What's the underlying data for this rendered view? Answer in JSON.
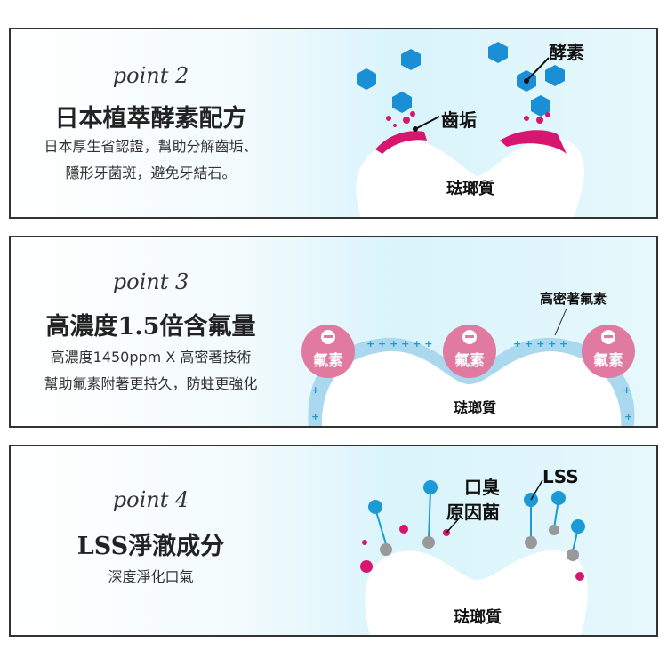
{
  "panels": [
    {
      "point": "point 2",
      "title": "日本植萃酵素配方",
      "desc": [
        "日本厚生省認證，幫助分解齒垢、",
        "隱形牙菌斑，避免牙結石。"
      ],
      "labels": {
        "enzyme": "酵素",
        "plaque": "齒垢",
        "enamel": "琺瑯質"
      }
    },
    {
      "point": "point 3",
      "title": "高濃度1.5倍含氟量",
      "desc": [
        "高濃度1450ppm X 高密著技術",
        "幫助氟素附著更持久，防蛀更強化"
      ],
      "labels": {
        "high_adhesion": "高密著氟素",
        "fluoride": "氟素",
        "enamel": "琺瑯質"
      }
    },
    {
      "point": "point 4",
      "title": "LSS淨澈成分",
      "desc": [
        "深度淨化口氣"
      ],
      "labels": {
        "lss": "LSS",
        "odor_1": "口臭",
        "odor_2": "原因菌",
        "enamel": "琺瑯質"
      }
    }
  ],
  "colors": {
    "enzyme": "#1b8fd6",
    "plaque": "#d6166f",
    "fluoride": "#e07aa0",
    "layer": "#a9d8ef",
    "lss": "#1b9ad6",
    "bacteria": "#999999"
  }
}
